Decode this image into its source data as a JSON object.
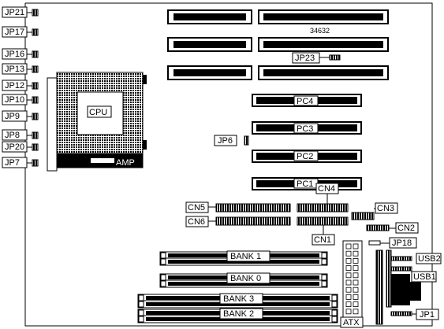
{
  "board_id": "34632",
  "cpu_label": "CPU",
  "amp_label": "AMP",
  "left_jumpers": [
    "JP21",
    "JP17",
    "JP16",
    "JP13",
    "JP12",
    "JP10",
    "JP9",
    "JP8",
    "JP20",
    "JP7"
  ],
  "jp23": "JP23",
  "jp6": "JP6",
  "pci_slots": [
    "PC4",
    "PC3",
    "PC2",
    "PC1"
  ],
  "connectors": {
    "cn4": "CN4",
    "cn5": "CN5",
    "cn6": "CN6",
    "cn3": "CN3",
    "cn2": "CN2",
    "cn1": "CN1"
  },
  "jp18": "JP18",
  "usb2": "USB2",
  "usb1": "USB1",
  "jp1": "JP1",
  "atx": "ATX",
  "banks": [
    "BANK 1",
    "BANK 0",
    "BANK 3",
    "BANK 2"
  ]
}
